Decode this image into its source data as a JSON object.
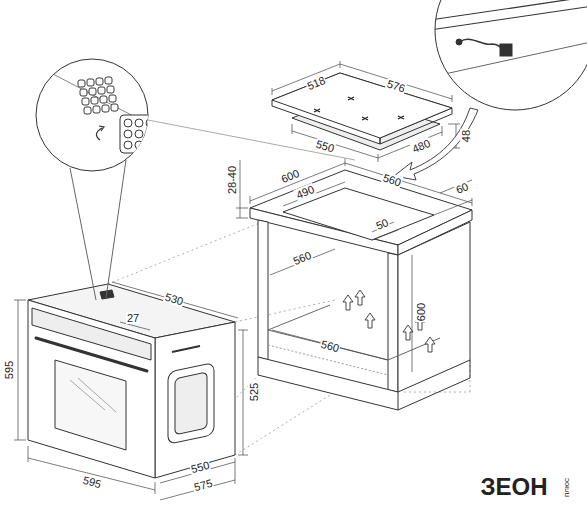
{
  "diagram": {
    "labels": [
      "518",
      "576",
      "550",
      "480",
      "48",
      "28-40",
      "600",
      "560",
      "490",
      "60",
      "50",
      "560",
      "600",
      "560",
      "530",
      "27",
      "595",
      "525",
      "595",
      "550",
      "575",
      "ЗЕОН",
      "плюс"
    ]
  }
}
